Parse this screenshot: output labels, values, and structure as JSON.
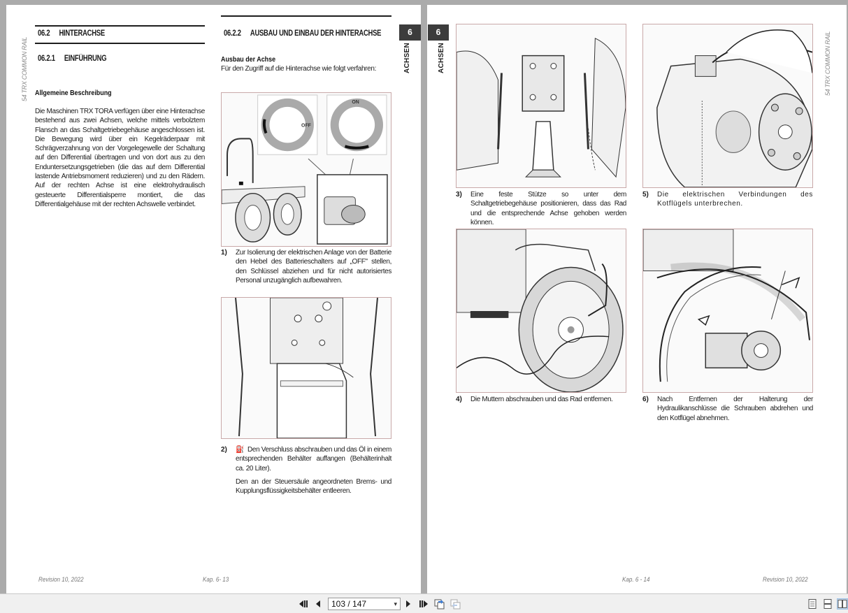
{
  "document": {
    "side_label": "54 TRX COMMON RAIL",
    "left_page": {
      "section": {
        "number": "06.2",
        "title": "HINTERACHSE"
      },
      "subsection": {
        "number": "06.2.1",
        "title": "EINFÜHRUNG"
      },
      "subheading": "Allgemeine Beschreibung",
      "body": "Die Maschinen TRX TORA verfügen über eine Hinterachse bestehend aus zwei Achsen, welche mittels verbolztem Flansch an das Schaltgetriebegehäuse angeschlossen ist. Die Bewegung wird über ein Kegelräderpaar mit Schrägverzahnung von der Vorgelegewelle der Schaltung auf den Differential übertragen und von dort aus zu den Enduntersetzungsgetrieben (die das auf dem Differential lastende Antriebsmoment reduzieren) und zu den Rädern. Auf der rechten Achse ist eine elektrohydraulisch gesteuerte Differentialsperre montiert, die das Differentialgehäuse mit der rechten Achswelle verbindet.",
      "section2": {
        "number": "06.2.2",
        "title": "AUSBAU UND EINBAU DER HINTERACHSE"
      },
      "subheading2": "Ausbau der Achse",
      "intro": "Für den Zugriff auf die Hinterachse wie folgt verfahren:",
      "figure1_labels": {
        "off": "OFF",
        "on": "ON"
      },
      "steps": [
        {
          "n": "1)",
          "text": "Zur Isolierung der elektrischen Anlage von der Batterie den Hebel des Batterieschalters auf „OFF\" stellen, den Schlüssel abziehen und für nicht autorisiertes Personal unzugänglich aufbewahren."
        },
        {
          "n": "2)",
          "text": "Den Verschluss abschrauben und das Öl in einem entsprechenden Behälter auffangen (Behälterinhalt ca. 20 Liter).",
          "text2": "Den an der Steuersäule angeordneten Brems- und Kupplungsflüssigkeitsbehälter entleeren."
        }
      ],
      "tab": {
        "number": "6",
        "label": "ACHSEN"
      },
      "footer": {
        "revision": "Revision 10, 2022",
        "page": "Kap. 6- 13"
      }
    },
    "right_page": {
      "tab": {
        "number": "6",
        "label": "ACHSEN"
      },
      "steps": [
        {
          "n": "3)",
          "text": "Eine feste Stütze so unter dem Schaltgetriebegehäuse positionieren, dass das Rad und die entsprechende Achse gehoben werden können."
        },
        {
          "n": "4)",
          "text": "Die Muttern abschrauben und das Rad entfernen."
        },
        {
          "n": "5)",
          "text": "Die elektrischen Verbindungen des Kotflügels unterbrechen."
        },
        {
          "n": "6)",
          "text": "Nach Entfernen der Halterung der Hydraulikanschlüsse die Schrauben abdrehen und den Kotflügel abnehmen."
        }
      ],
      "footer": {
        "page": "Kap. 6 - 14",
        "revision": "Revision 10, 2022"
      }
    }
  },
  "toolbar": {
    "page_value": "103 / 147",
    "current_page": 103,
    "total_pages": 147,
    "buttons": [
      "first-page",
      "previous-page",
      "next-page",
      "last-page",
      "go-back-view",
      "go-forward-view"
    ],
    "view_modes": [
      "single-page",
      "continuous",
      "two-page"
    ],
    "active_view_mode": "two-page"
  }
}
